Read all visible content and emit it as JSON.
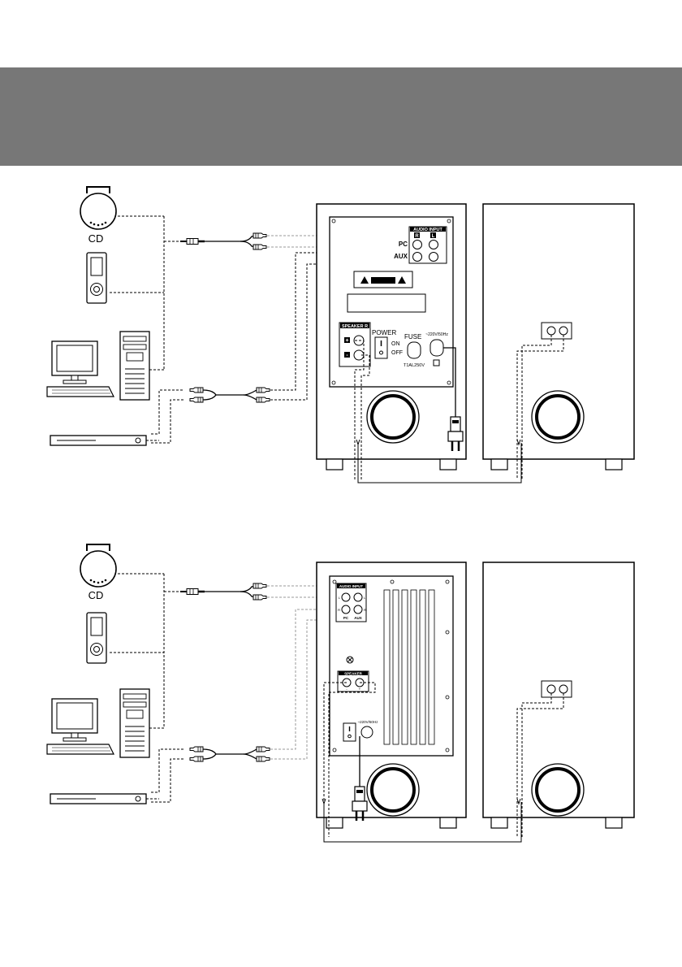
{
  "banner": {
    "color": "#777777"
  },
  "diagram1": {
    "cd_label": "CD",
    "panel": {
      "audio_input": "AUDIO INPUT",
      "channel_r": "R",
      "channel_l": "L",
      "input_pc": "PC",
      "input_aux": "AUX",
      "speaker_r": "SPEAKER R",
      "plus": "+",
      "minus": "-",
      "power": "POWER",
      "on": "ON",
      "off": "OFF",
      "fuse": "FUSE",
      "fuse_rating": "T1AL250V",
      "voltage": "~220V/50Hz"
    }
  },
  "diagram2": {
    "cd_label": "CD",
    "panel": {
      "audio_input": "AUDIO INPUT",
      "jack_l": "L",
      "jack_r": "R",
      "input_pc": "PC",
      "input_aux": "AUX",
      "speaker": "SPEAKER",
      "speaker_minus": "-",
      "speaker_plus": "+",
      "voltage": "~220V/50Hz"
    }
  },
  "icons": [
    "cd-player-icon",
    "mp3-player-icon",
    "computer-icon",
    "dvd-player-icon",
    "audio-cable-icon",
    "rca-plug-icon",
    "power-plug-icon",
    "subwoofer-speaker-icon",
    "satellite-speaker-icon"
  ]
}
